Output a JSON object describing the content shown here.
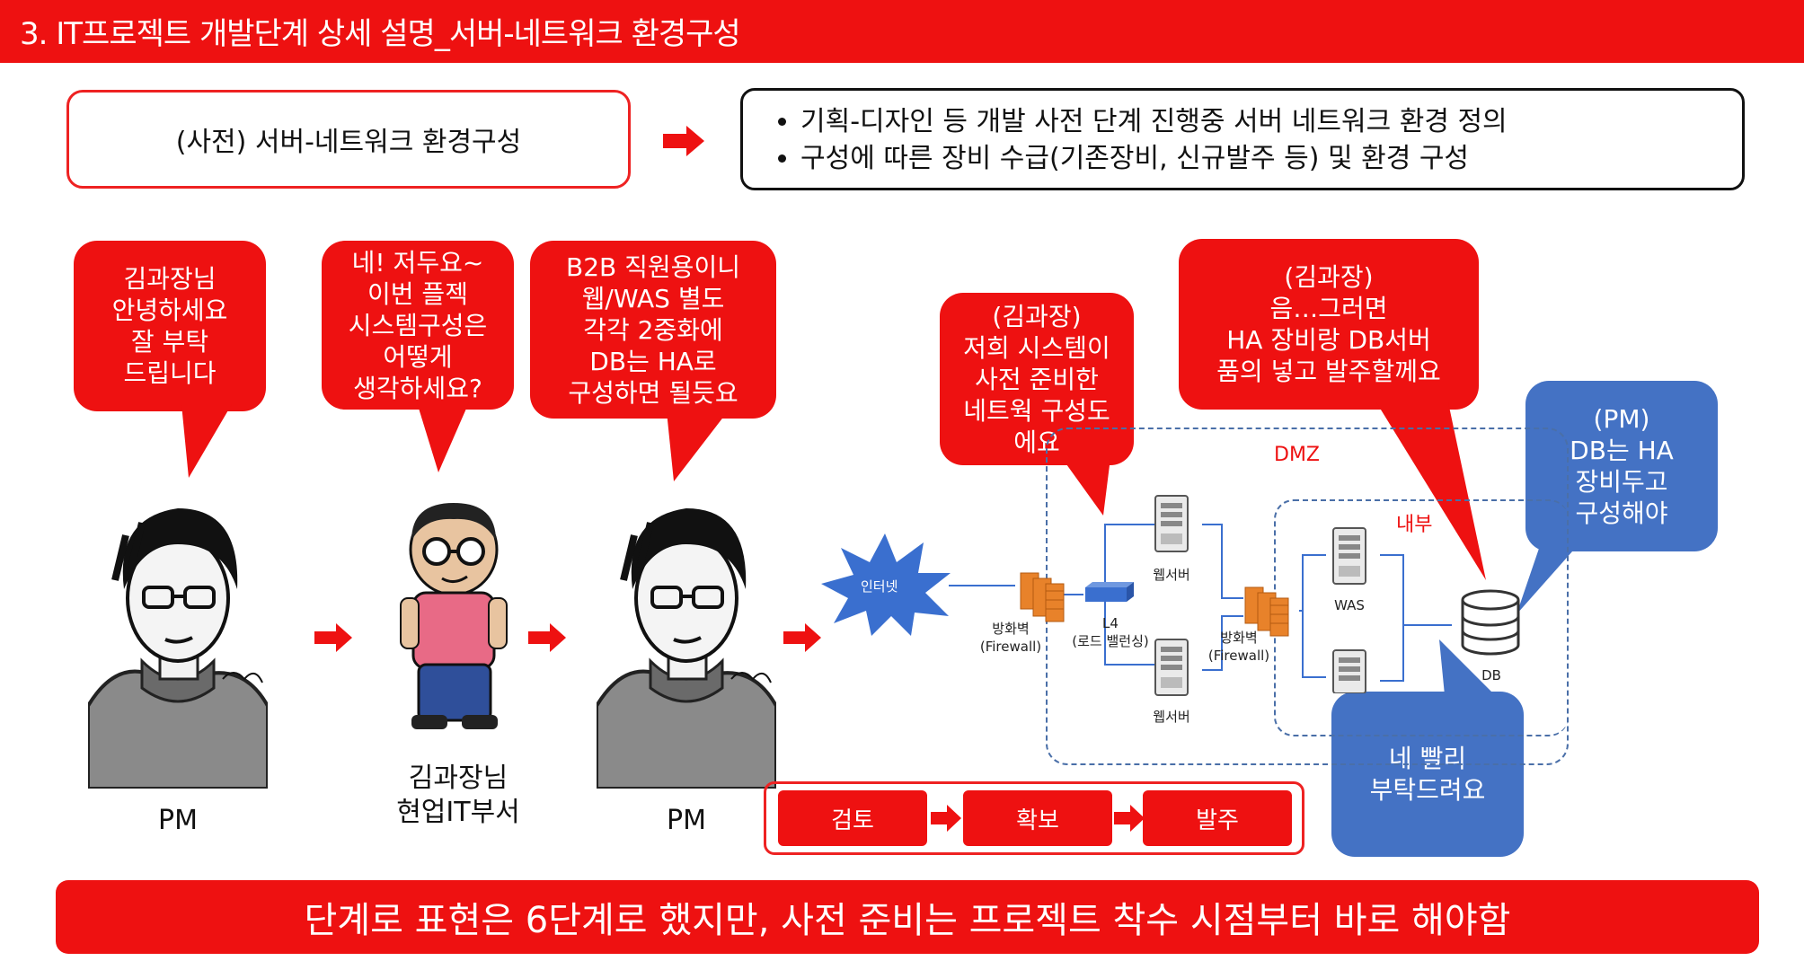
{
  "header": {
    "title": "3. IT프로젝트 개발단계 상세 설명_서버-네트워크 환경구성"
  },
  "overview": {
    "pre_stage": "(사전) 서버-네트워크 환경구성",
    "bullets": [
      "기획-디자인 등 개발 사전 단계 진행중 서버 네트워크 환경 정의",
      "구성에 따른 장비 수급(기존장비, 신규발주 등) 및 환경 구성"
    ]
  },
  "bubbles": {
    "pm_greeting": "김과장님\n안녕하세요\n잘 부탁\n드립니다",
    "kim_reply": "네! 저두요~\n이번 플젝\n시스템구성은\n어떻게\n생각하세요?",
    "pm_plan": "B2B 직원용이니\n웹/WAS 별도\n각각 2중화에\nDB는 HA로\n구성하면 될듯요",
    "kim_network": "(김과장)\n저희 시스템이\n사전 준비한\n네트웍 구성도\n에요",
    "kim_order": "(김과장)\n음…그러면\nHA 장비랑 DB서버\n품의 넣고 발주할께요",
    "pm_db": "(PM)\nDB는 HA\n장비두고\n구성해야",
    "reply_quick": "네 빨리\n부탁드려요"
  },
  "characters": {
    "pm_left": "PM",
    "kim": "김과장님\n현업IT부서",
    "pm_right": "PM"
  },
  "network": {
    "internet": "인터넷",
    "firewall1": "방화벽\n(Firewall)",
    "l4": "L4\n(로드 밸런싱)",
    "web1": "웹서버",
    "web2": "웹서버",
    "firewall2": "방화벽\n(Firewall)",
    "was": "WAS",
    "db": "DB",
    "dmz": "DMZ",
    "internal": "내부"
  },
  "steps": [
    "검토",
    "확보",
    "발주"
  ],
  "footer": {
    "message": "단계로 표현은 6단계로 했지만, 사전 준비는 프로젝트 착수 시점부터 바로 해야함"
  },
  "colors": {
    "accent_red": "#ee1111",
    "bubble_blue": "#4472c4",
    "firewall_orange": "#e8822a",
    "l4_blue": "#3a6fcf",
    "dmz_label": "#ee1111"
  }
}
